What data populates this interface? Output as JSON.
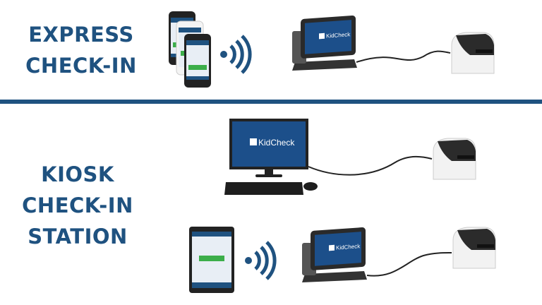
{
  "sections": [
    {
      "title_lines": [
        "EXPRESS",
        "CHECK-IN"
      ]
    },
    {
      "title_lines": [
        "KIOSK",
        "CHECK-IN",
        "STATION"
      ]
    }
  ],
  "logo_text": "KidCheck",
  "colors": {
    "brand_navy": "#1f5280",
    "screen_blue": "#1c4f8a",
    "cable": "#222222"
  }
}
